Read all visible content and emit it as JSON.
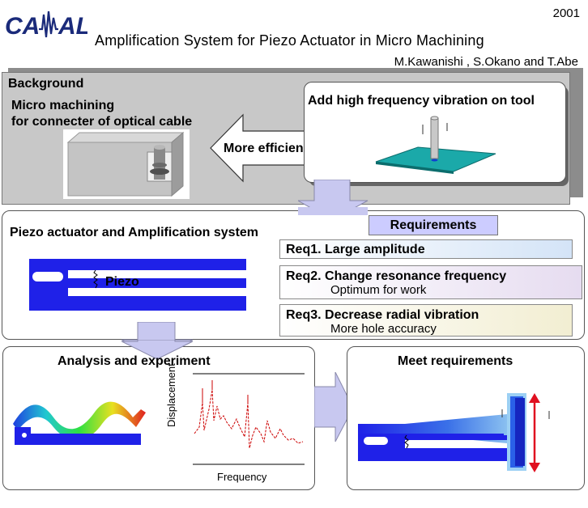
{
  "header": {
    "logo_text": "CAMAL",
    "year": "2001",
    "title": "Amplification System for Piezo Actuator in Micro Machining",
    "authors": "M.Kawanishi , S.Okano and T.Abe"
  },
  "background_section": {
    "heading": "Background",
    "micro_line1": "Micro machining",
    "micro_line2": "for connecter of optical cable",
    "arrow_label": "More efficiency",
    "vibration_label": "Add high frequency vibration on tool"
  },
  "piezo_section": {
    "heading": "Piezo actuator and Amplification system",
    "piezo_label": "Piezo",
    "requirements_title": "Requirements",
    "requirements": [
      {
        "title": "Req1. Large amplitude",
        "sub": ""
      },
      {
        "title": "Req2. Change resonance frequency",
        "sub": "Optimum for work"
      },
      {
        "title": "Req3. Decrease radial vibration",
        "sub": "More hole accuracy"
      }
    ]
  },
  "analysis_section": {
    "heading": "Analysis and experiment",
    "ylabel": "Displacement",
    "xlabel": "Frequency"
  },
  "meet_section": {
    "heading": "Meet  requirements"
  },
  "colors": {
    "blue": "#1f21e8",
    "teal": "#1aa7a7",
    "req1_bg": "#dce8f5",
    "req2_bg": "#ece4f2",
    "req3_bg": "#f5f1da",
    "req_title_bg": "#ccccff",
    "arrow_fill": "#c8c8f0",
    "plot_line": "#cc0000"
  }
}
